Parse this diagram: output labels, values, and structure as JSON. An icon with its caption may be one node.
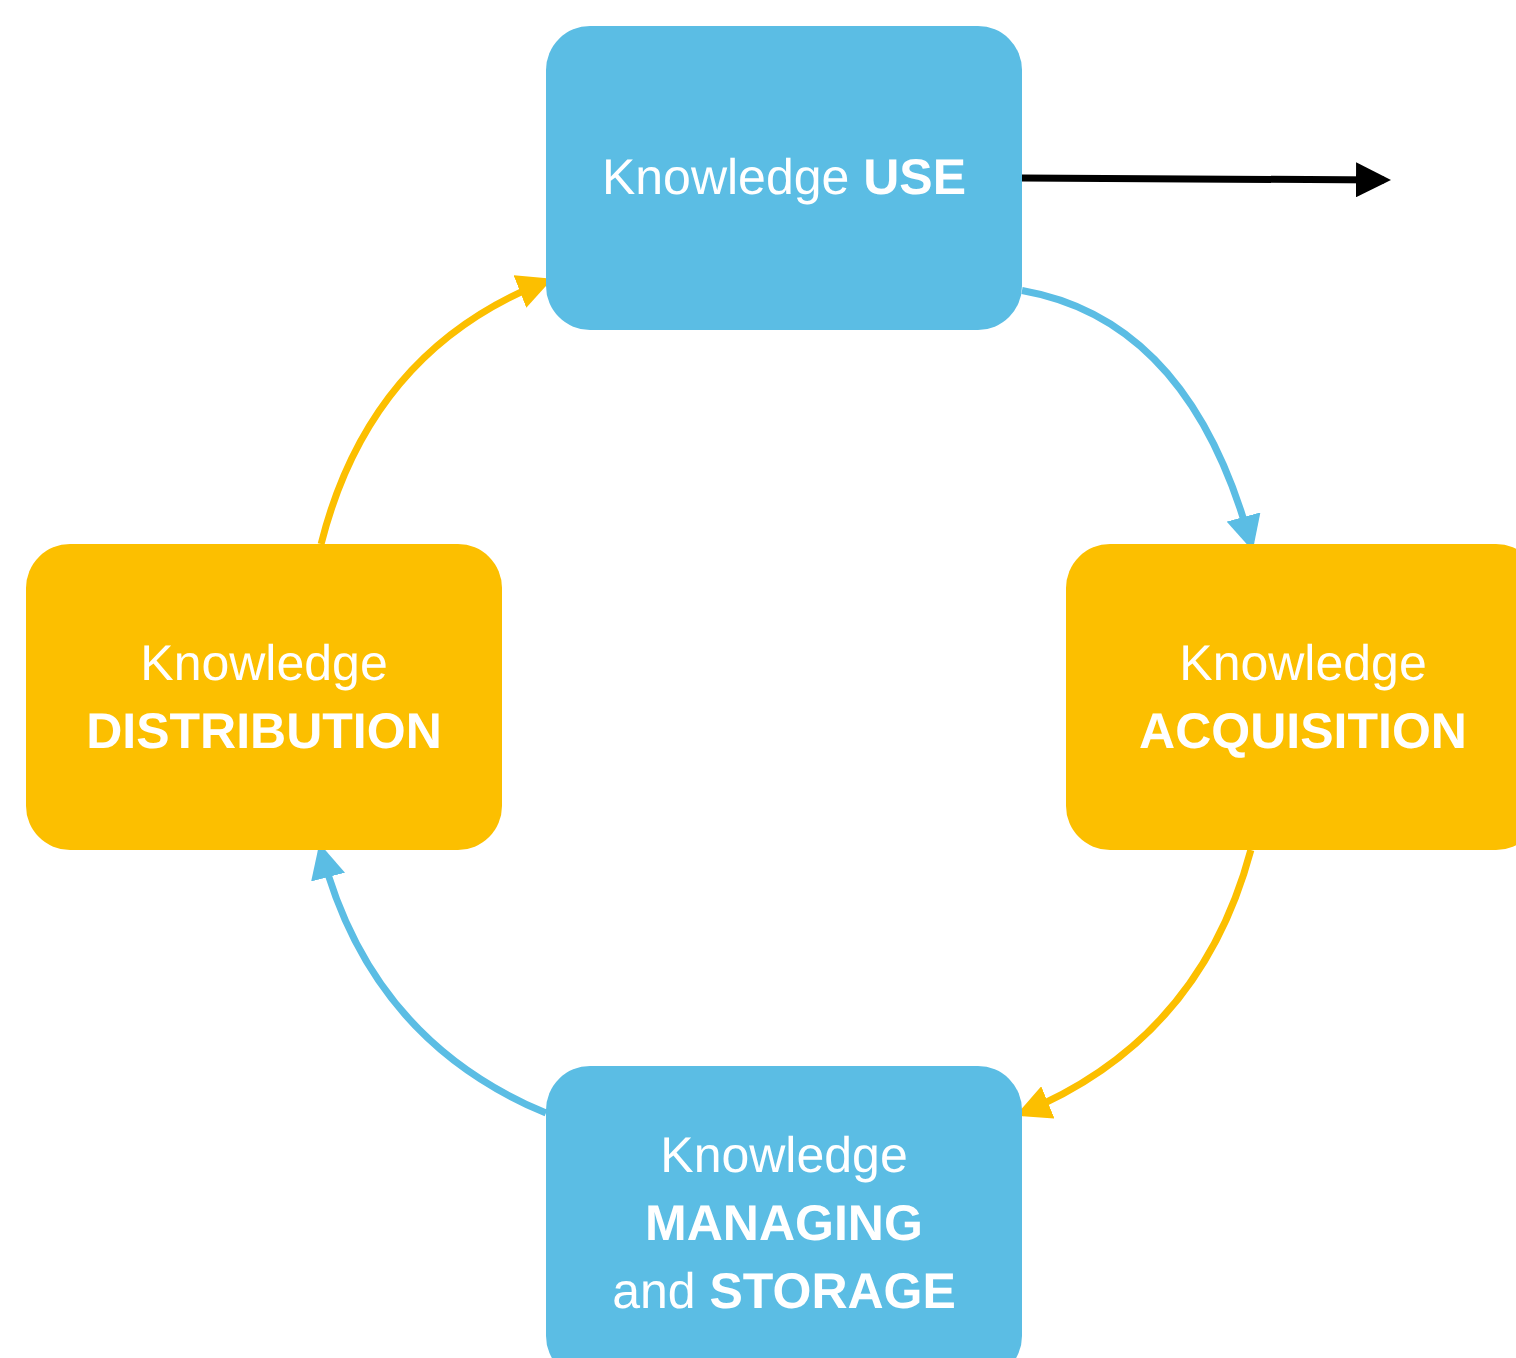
{
  "diagram": {
    "nodes": [
      {
        "text": [
          "Knowledge **USE**"
        ]
      },
      {
        "text": [
          "Knowledge **ACQUISITION**"
        ]
      },
      {
        "text": [
          "Knowledge **MANAGING** and **STORAGE**"
        ]
      },
      {
        "text": [
          "Knowledge **DISTRIBUTION**"
        ]
      }
    ],
    "edges": [
      {
        "from": 0,
        "to": 1,
        "arrow": "to",
        "color": "#5bbde4"
      },
      {
        "from": 1,
        "to": 2,
        "arrow": "to",
        "color": "#fcbf00"
      },
      {
        "from": 2,
        "to": 3,
        "arrow": "to",
        "color": "#5bbde4"
      },
      {
        "from": 3,
        "to": 0,
        "arrow": "to",
        "color": "#fcbf00"
      },
      {
        "from": 0,
        "to": null,
        "arrow": "to",
        "color": "#000000"
      }
    ]
  }
}
